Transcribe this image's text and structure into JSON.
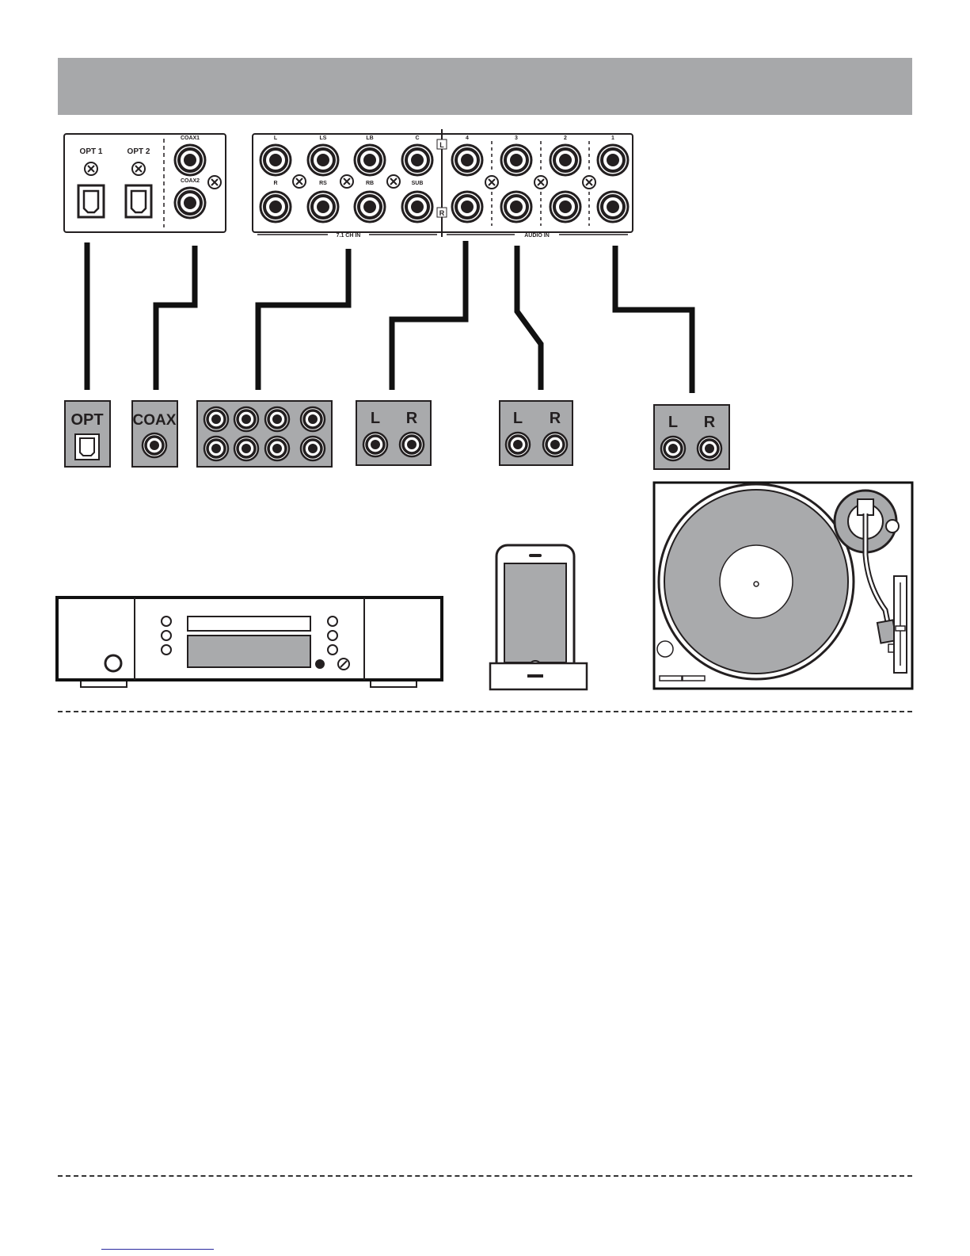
{
  "colors": {
    "header": "#a7a8aa",
    "tile": "#a9aaac",
    "ink": "#231f20",
    "disc": "#a9aaac"
  },
  "panel_digital": {
    "opt1": "OPT 1",
    "opt2": "OPT 2",
    "coax1": "COAX1",
    "coax2": "COAX2"
  },
  "panel_71": {
    "top": [
      "L",
      "LS",
      "LB",
      "C"
    ],
    "bottom": [
      "R",
      "RS",
      "RB",
      "SUB"
    ],
    "footer": "7.1 CH IN"
  },
  "panel_audio": {
    "cols": [
      "4",
      "3",
      "2",
      "1"
    ],
    "footer": "AUDIO IN",
    "side_l": "L",
    "side_r": "R"
  },
  "tiles": {
    "opt": "OPT",
    "coax": "COAX",
    "stereo1": {
      "l": "L",
      "r": "R"
    },
    "stereo2": {
      "l": "L",
      "r": "R"
    },
    "stereo3": {
      "l": "L",
      "r": "R"
    }
  },
  "icons": [
    "cd-player-icon",
    "phone-dock-icon",
    "turntable-icon",
    "optical-jack-icon",
    "rca-jack-icon"
  ]
}
